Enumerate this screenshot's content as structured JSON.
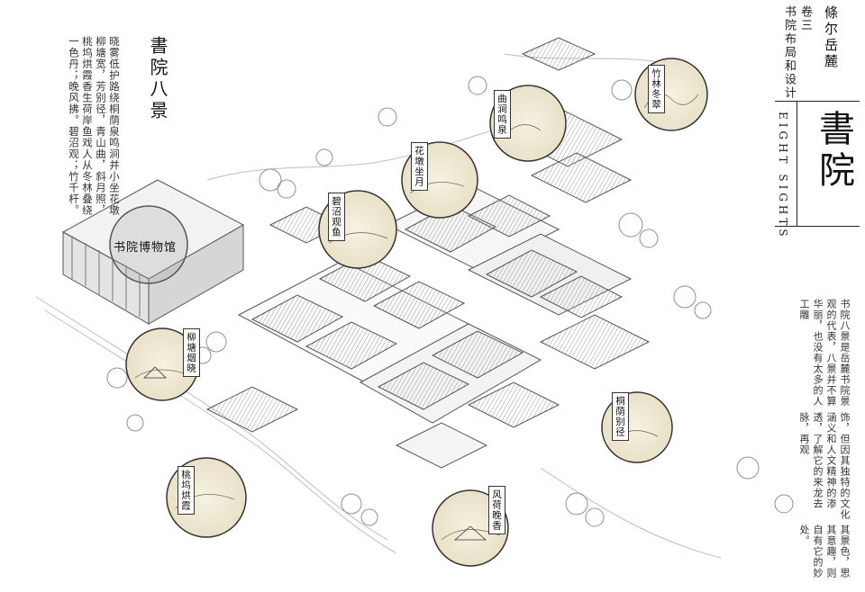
{
  "header": {
    "book_title": "條尔岳麓",
    "chapter": "卷三",
    "chapter_subtitle": "书院布局和设计",
    "main_title": "書院",
    "english_title": "EIGHT SIGHTS"
  },
  "poem": {
    "title": "書院八景",
    "lines": [
      "晓雾低护柳塘宽，桃坞烘霞一色丹；",
      "路绕桐荫芳别径，香生荷岸晚风拂。",
      "泉鸣涧并青山曲，鱼戏人从碧沼观；",
      "小坐花墩斜月照，冬林叠绕竹千杆。"
    ]
  },
  "description": {
    "lines": [
      "书院八景是岳麓书院景观的代表，八景并不算华丽，也没有太多的人工雕",
      "饰，但因其独特的文化涵义和人文精神的渗透，了解它的来龙去脉，再观",
      "其景色，思其意趣，则自有它的妙处。"
    ]
  },
  "museum": {
    "label": "书院博物馆"
  },
  "sights": [
    {
      "id": "zhulin",
      "label": "竹林冬翠"
    },
    {
      "id": "quzhan",
      "label": "曲涧鸣泉"
    },
    {
      "id": "huadun",
      "label": "花墩坐月"
    },
    {
      "id": "bizhao",
      "label": "碧沼观鱼"
    },
    {
      "id": "liutang",
      "label": "柳塘烟晓"
    },
    {
      "id": "tongyin",
      "label": "桐荫别径"
    },
    {
      "id": "taowu",
      "label": "桃坞烘霞"
    },
    {
      "id": "fengan",
      "label": "风荷晚香"
    }
  ]
}
